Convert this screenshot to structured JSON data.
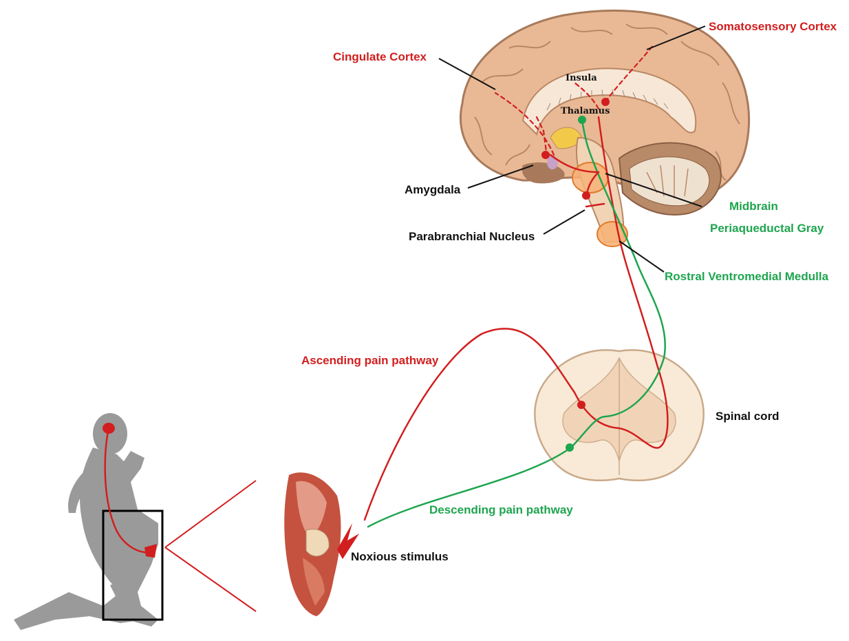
{
  "colors": {
    "ascending": "#d21e1e",
    "descending": "#1ea54f",
    "label_dark": "#111111",
    "brain": "#e9b995",
    "brain_dark": "#a87a5b",
    "body": "#9a9a9a",
    "spinal": "#f6e2c8",
    "nucleus": "#f7b277"
  },
  "labels": {
    "somatosensory": "Somatosensory Cortex",
    "cingulate": "Cingulate Cortex",
    "insula": "Insula",
    "thalamus": "Thalamus",
    "amygdala": "Amygdala",
    "midbrain": "Midbrain",
    "pag": "Periaqueductal Gray",
    "parabrachial": "Parabranchial Nucleus",
    "rvm": "Rostral Ventromedial Medulla",
    "ascending": "Ascending  pain pathway",
    "spinal": "Spinal cord",
    "descending": "Descending  pain pathway",
    "noxious": "Noxious stimulus"
  },
  "icons": {
    "brain": "brain-sagittal-icon",
    "runner": "running-person-icon",
    "knee": "knee-joint-icon",
    "bolt": "lightning-bolt-icon",
    "spinal": "spinal-cord-section-icon"
  }
}
